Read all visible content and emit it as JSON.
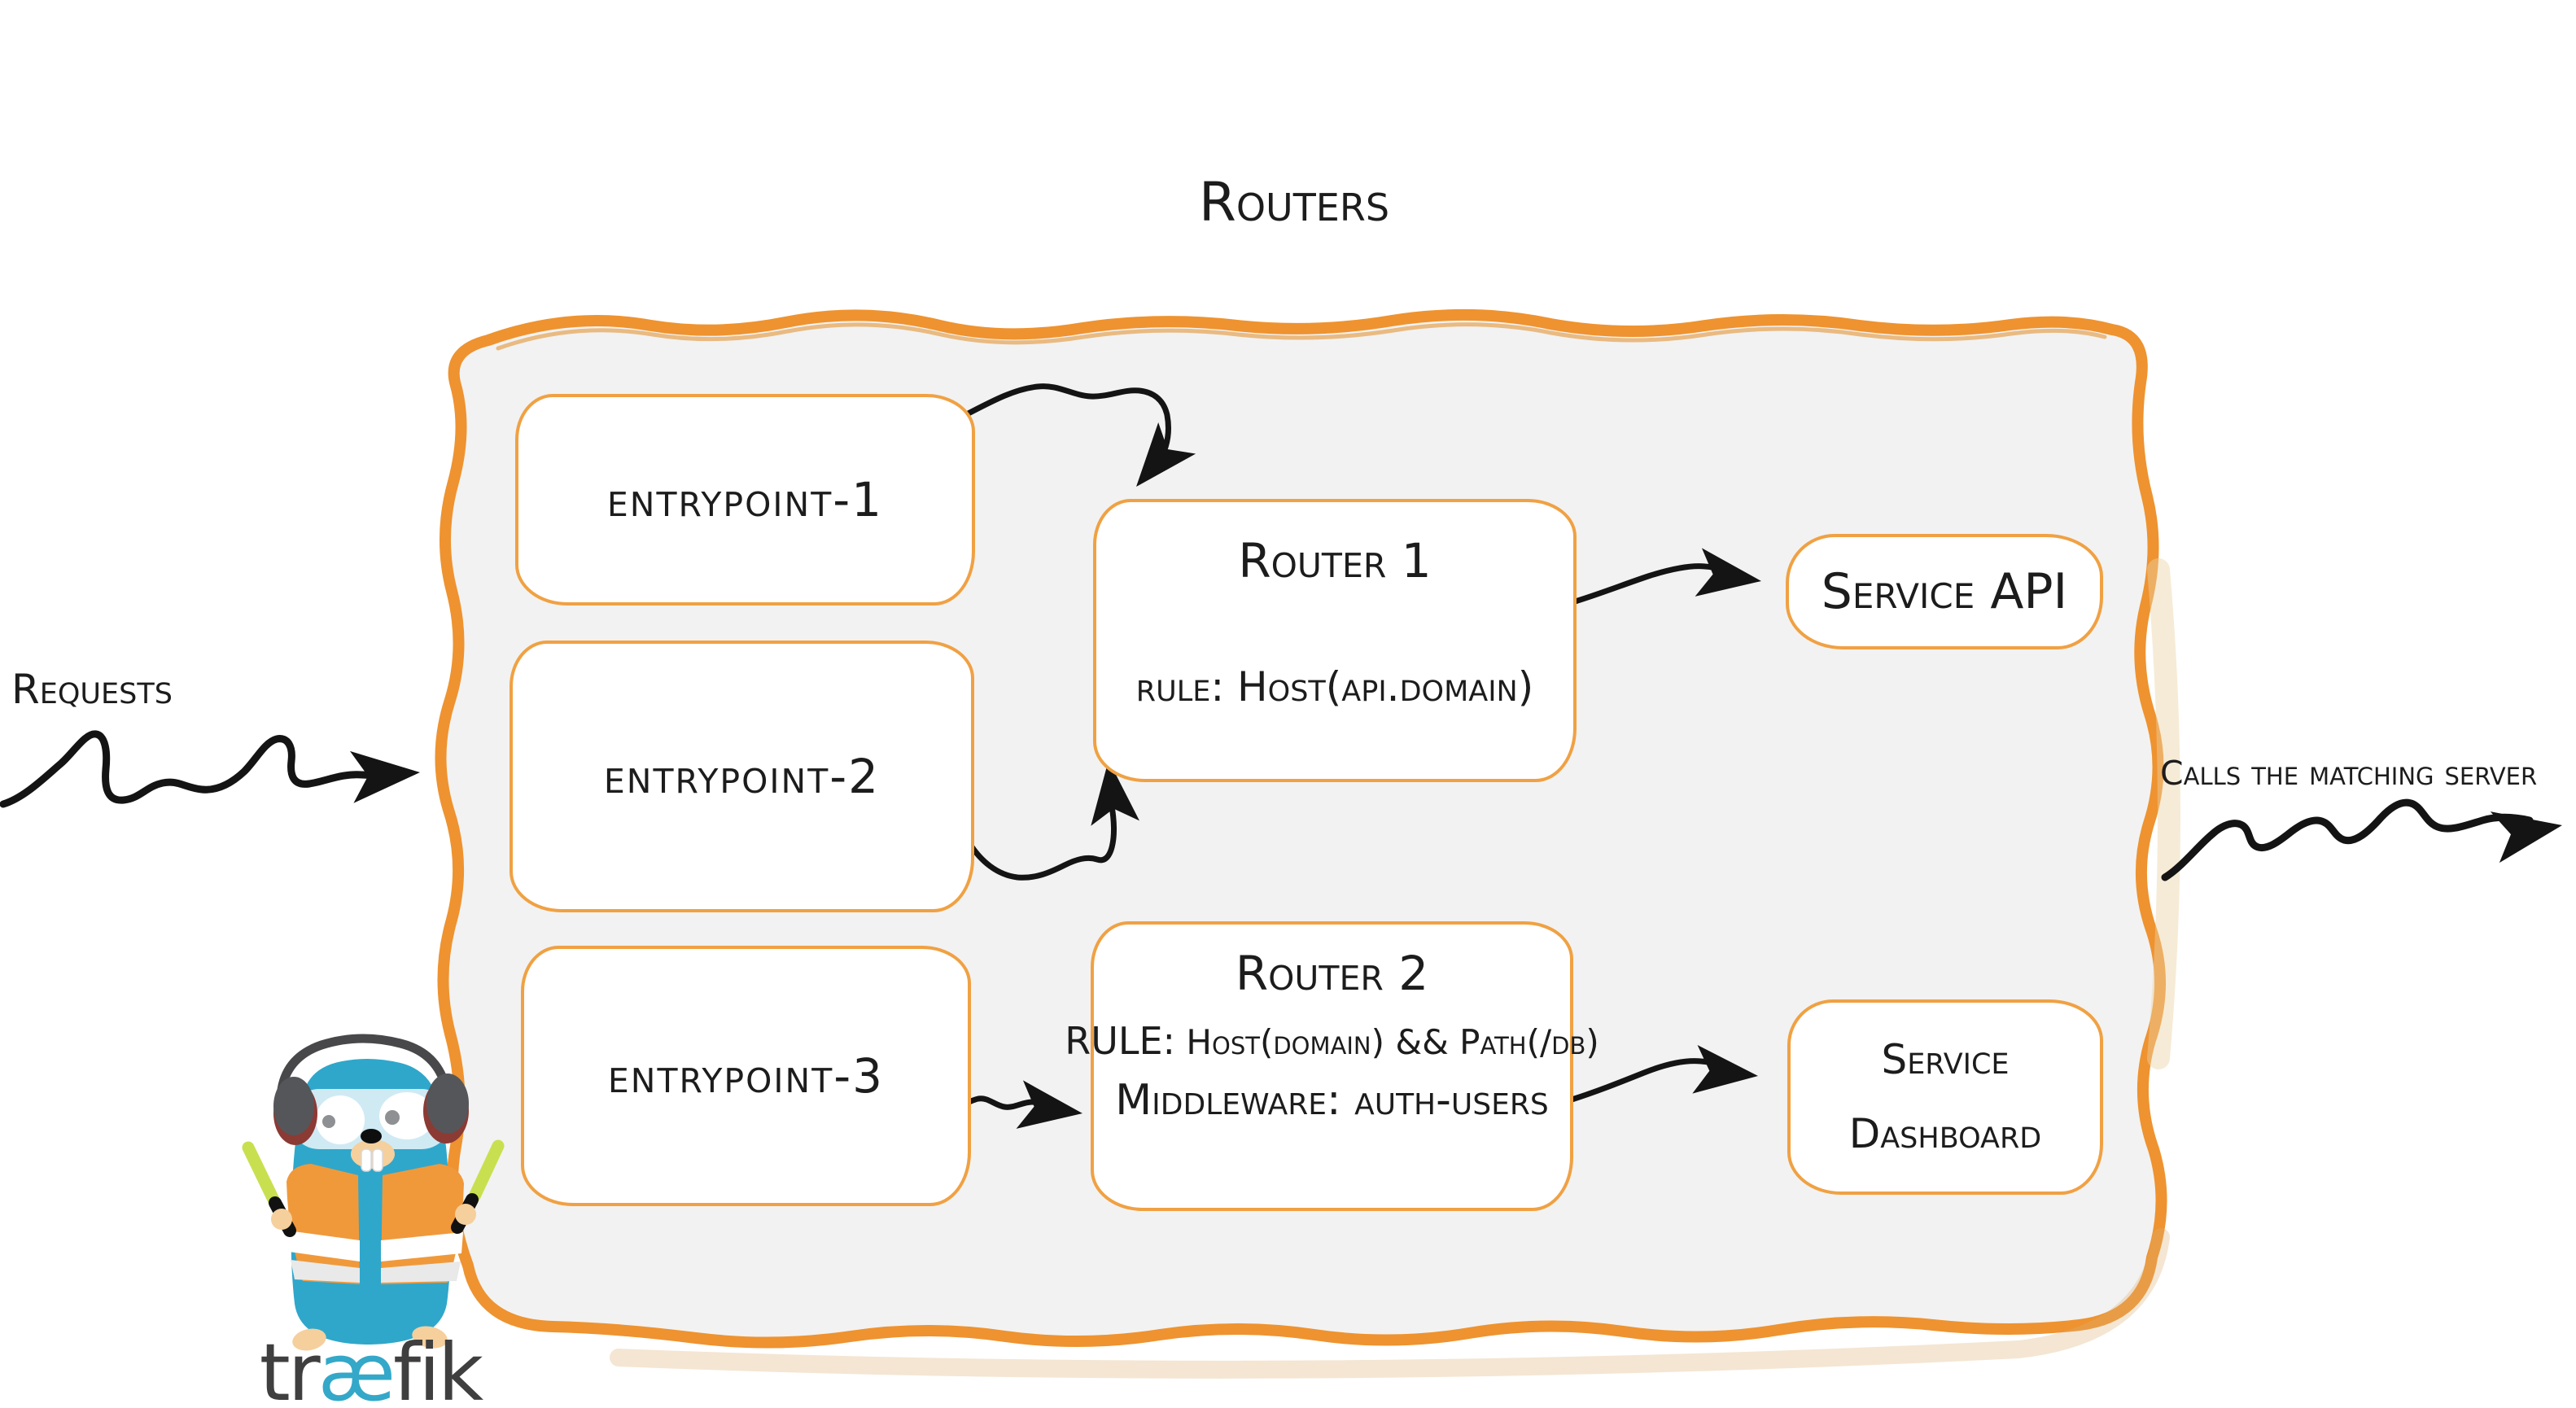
{
  "diagram": {
    "title": "Routers",
    "requests_label": "Requests",
    "calls_label": "Calls the matching server",
    "entrypoints": [
      {
        "label": "entrypoint-1"
      },
      {
        "label": "entrypoint-2"
      },
      {
        "label": "entrypoint-3"
      }
    ],
    "router1": {
      "title": "Router 1",
      "rule": "rule: Host(api.domain)"
    },
    "router2": {
      "title": "Router 2",
      "rule_label": "RULE:",
      "rule_value": " Host(domain) && Path(/db)",
      "middleware": "Middleware: auth-users"
    },
    "service_api": {
      "label": "Service API"
    },
    "service_dashboard": {
      "line1": "Service",
      "line2": "Dashboard"
    },
    "arrows": [
      {
        "name": "requests-in",
        "from": "outside",
        "to": "container"
      },
      {
        "name": "entrypoint1-to-router1",
        "from": "entrypoint-1",
        "to": "Router 1"
      },
      {
        "name": "entrypoint2-to-router1",
        "from": "entrypoint-2",
        "to": "Router 1"
      },
      {
        "name": "entrypoint3-to-router2",
        "from": "entrypoint-3",
        "to": "Router 2"
      },
      {
        "name": "router1-to-service-api",
        "from": "Router 1",
        "to": "Service API"
      },
      {
        "name": "router2-to-service-dashboard",
        "from": "Router 2",
        "to": "Service Dashboard"
      },
      {
        "name": "calls-out",
        "from": "container",
        "to": "outside"
      }
    ]
  },
  "logo": {
    "part1": "tr",
    "part2": "æ",
    "part3": "fik"
  },
  "colors": {
    "accent_orange": "#ee9330",
    "box_border_orange": "#f0a143",
    "container_fill": "#f2f2f2",
    "ink": "#1c1c1c",
    "logo_blue": "#34a8c8",
    "gopher_blue": "#2fa7cb",
    "vest_orange": "#f0993b",
    "wand_green": "#c8e04f"
  }
}
